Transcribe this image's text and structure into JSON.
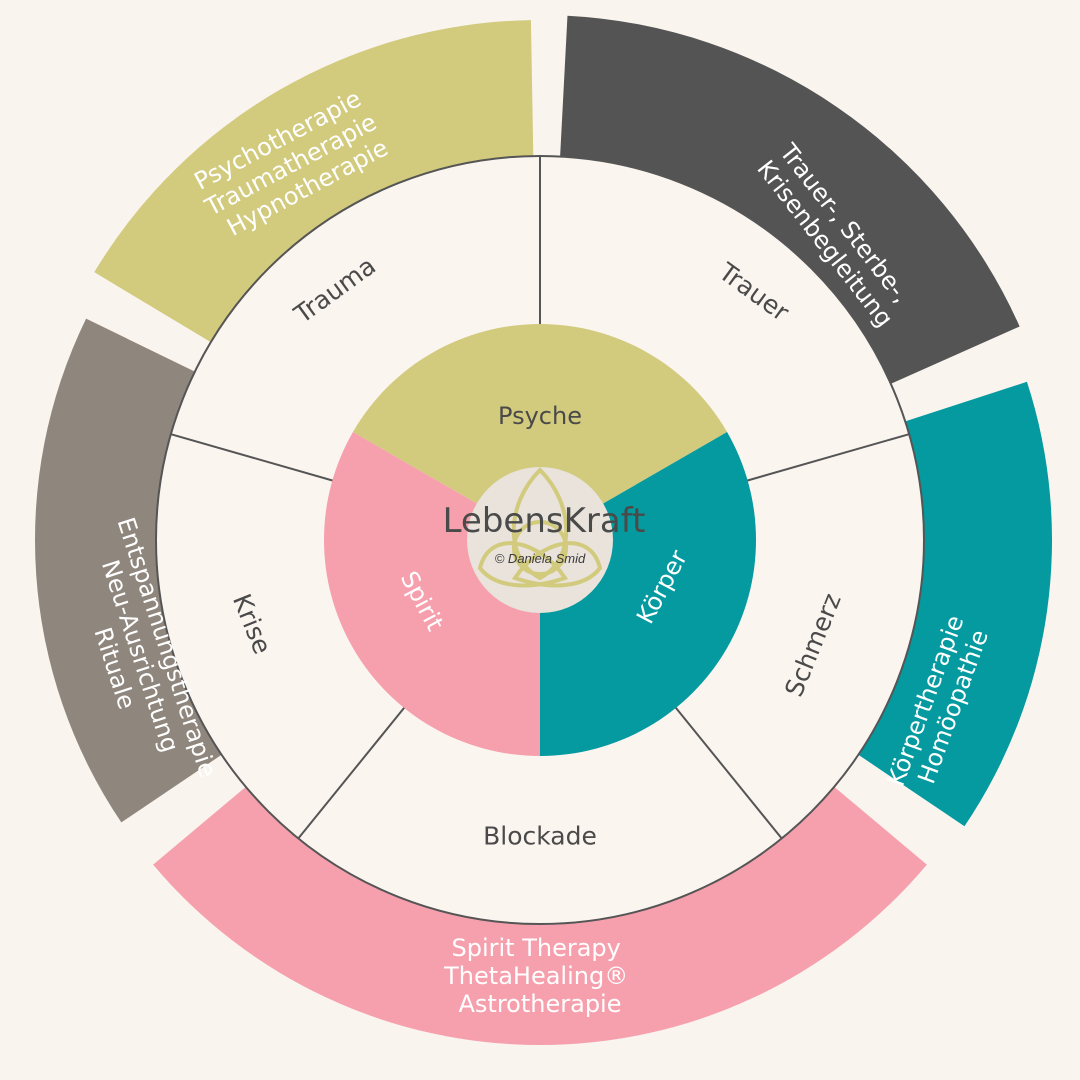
{
  "center": {
    "title": "LebensKraft",
    "copyright": "© Daniela Smid",
    "logo_icon": "triquetra-icon"
  },
  "inner_sectors": [
    {
      "label": "Psyche",
      "color": "#d2ca7d",
      "text_color": "#4a4a4a"
    },
    {
      "label": "Körper",
      "color": "#049aa0",
      "text_color": "#ffffff"
    },
    {
      "label": "Spirit",
      "color": "#f6a0ae",
      "text_color": "#ffffff"
    }
  ],
  "middle_ring": {
    "labels": [
      "Trauma",
      "Trauer",
      "Schmerz",
      "Blockade",
      "Krise"
    ]
  },
  "outer_ring": [
    {
      "color": "#d2ca7d",
      "lines": [
        "Psychotherapie",
        "Traumatherapie",
        "Hypnotherapie"
      ]
    },
    {
      "color": "#545454",
      "lines": [
        "Trauer-, Sterbe-,",
        "Krisenbegleitung"
      ]
    },
    {
      "color": "#049aa0",
      "lines": [
        "Körpertherapie",
        "Homöopathie"
      ]
    },
    {
      "color": "#f6a0ae",
      "lines": [
        "Spirit Therapy",
        "ThetaHealing®",
        "Astrotherapie"
      ]
    },
    {
      "color": "#8f867d",
      "lines": [
        "Entspannungstherapie",
        "Neu-Ausrichtung",
        "Rituale"
      ]
    }
  ],
  "colors": {
    "background": "#faf4ef",
    "ring_fill": "#fbf5f0",
    "divider": "#555555",
    "center_circle": "#e9e3db",
    "logo": "#d2ca7d"
  }
}
